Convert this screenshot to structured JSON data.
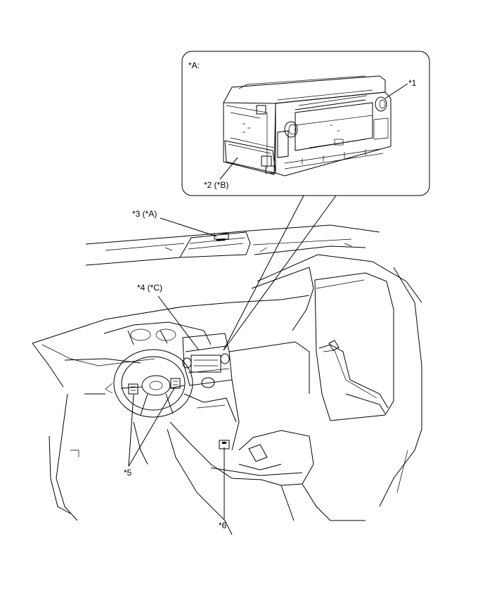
{
  "inset": {
    "title": "*A:"
  },
  "callouts": {
    "c1": "*1",
    "c2": "*2 (*B)",
    "c3": "*3 (*A)",
    "c4": "*4 (*C)",
    "c5": "*5",
    "c6": "*6"
  }
}
